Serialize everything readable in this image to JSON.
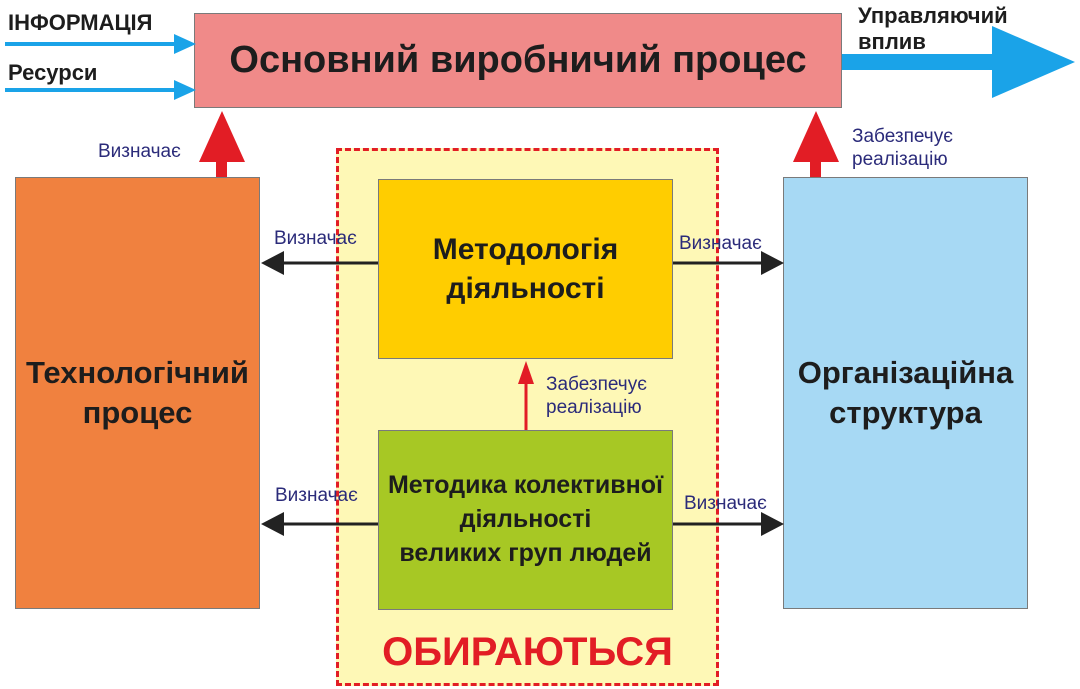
{
  "main_process": {
    "label": "Основний виробничий процес"
  },
  "inputs": {
    "information": "ІНФОРМАЦІЯ",
    "resources": "Ресурси"
  },
  "output": {
    "label": "Управляючий\nвплив"
  },
  "technological_process": {
    "label": "Технологічний\nпроцес"
  },
  "organizational_structure": {
    "label": "Організаційна\nструктура"
  },
  "methodology": {
    "label": "Методологія\nдіяльності"
  },
  "collective_methodology": {
    "label": "Методика колективної\nдіяльності\nвеликих груп людей"
  },
  "selected_area": {
    "label": "ОБИРАЮТЬСЯ"
  },
  "relations": {
    "tech_determines": "Визначає",
    "org_ensures": "Забезпечує\nреалізацію",
    "method_to_tech": "Визначає",
    "method_to_org": "Визначає",
    "technique_ensures": "Забезпечує\nреалізацію",
    "technique_to_tech": "Визначає",
    "technique_to_org": "Визначає"
  },
  "colors": {
    "main": "#f08a89",
    "tech": "#f0813f",
    "org": "#a7d9f4",
    "methodology": "#ffcd00",
    "technique": "#a7c824",
    "area": "#fef8b6",
    "accent_red": "#e21d25",
    "arrow_blue": "#1aa3e8"
  }
}
